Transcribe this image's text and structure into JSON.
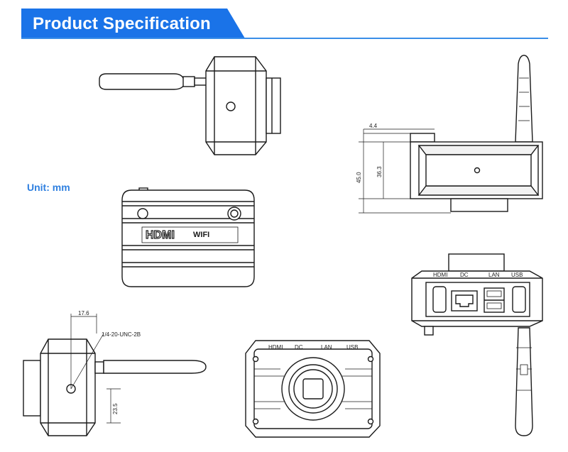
{
  "header": {
    "title": "Product Specification",
    "accent_color": "#1a73e8"
  },
  "unit_label": "Unit: mm",
  "logo_text": "HDMI",
  "logo_sub": "WIFI",
  "dimensions": {
    "top_offset": "4.4",
    "height_outer": "45.0",
    "height_inner": "36.3",
    "side_width": "17.6",
    "thread": "1/4-20-UNC-2B",
    "side_height": "23.5"
  },
  "port_labels": [
    "HDMI",
    "DC",
    "LAN",
    "USB"
  ],
  "colors": {
    "line": "#1a1a1a",
    "fill_light": "#f2f2f2",
    "fill_mid": "#d9d9d9"
  }
}
